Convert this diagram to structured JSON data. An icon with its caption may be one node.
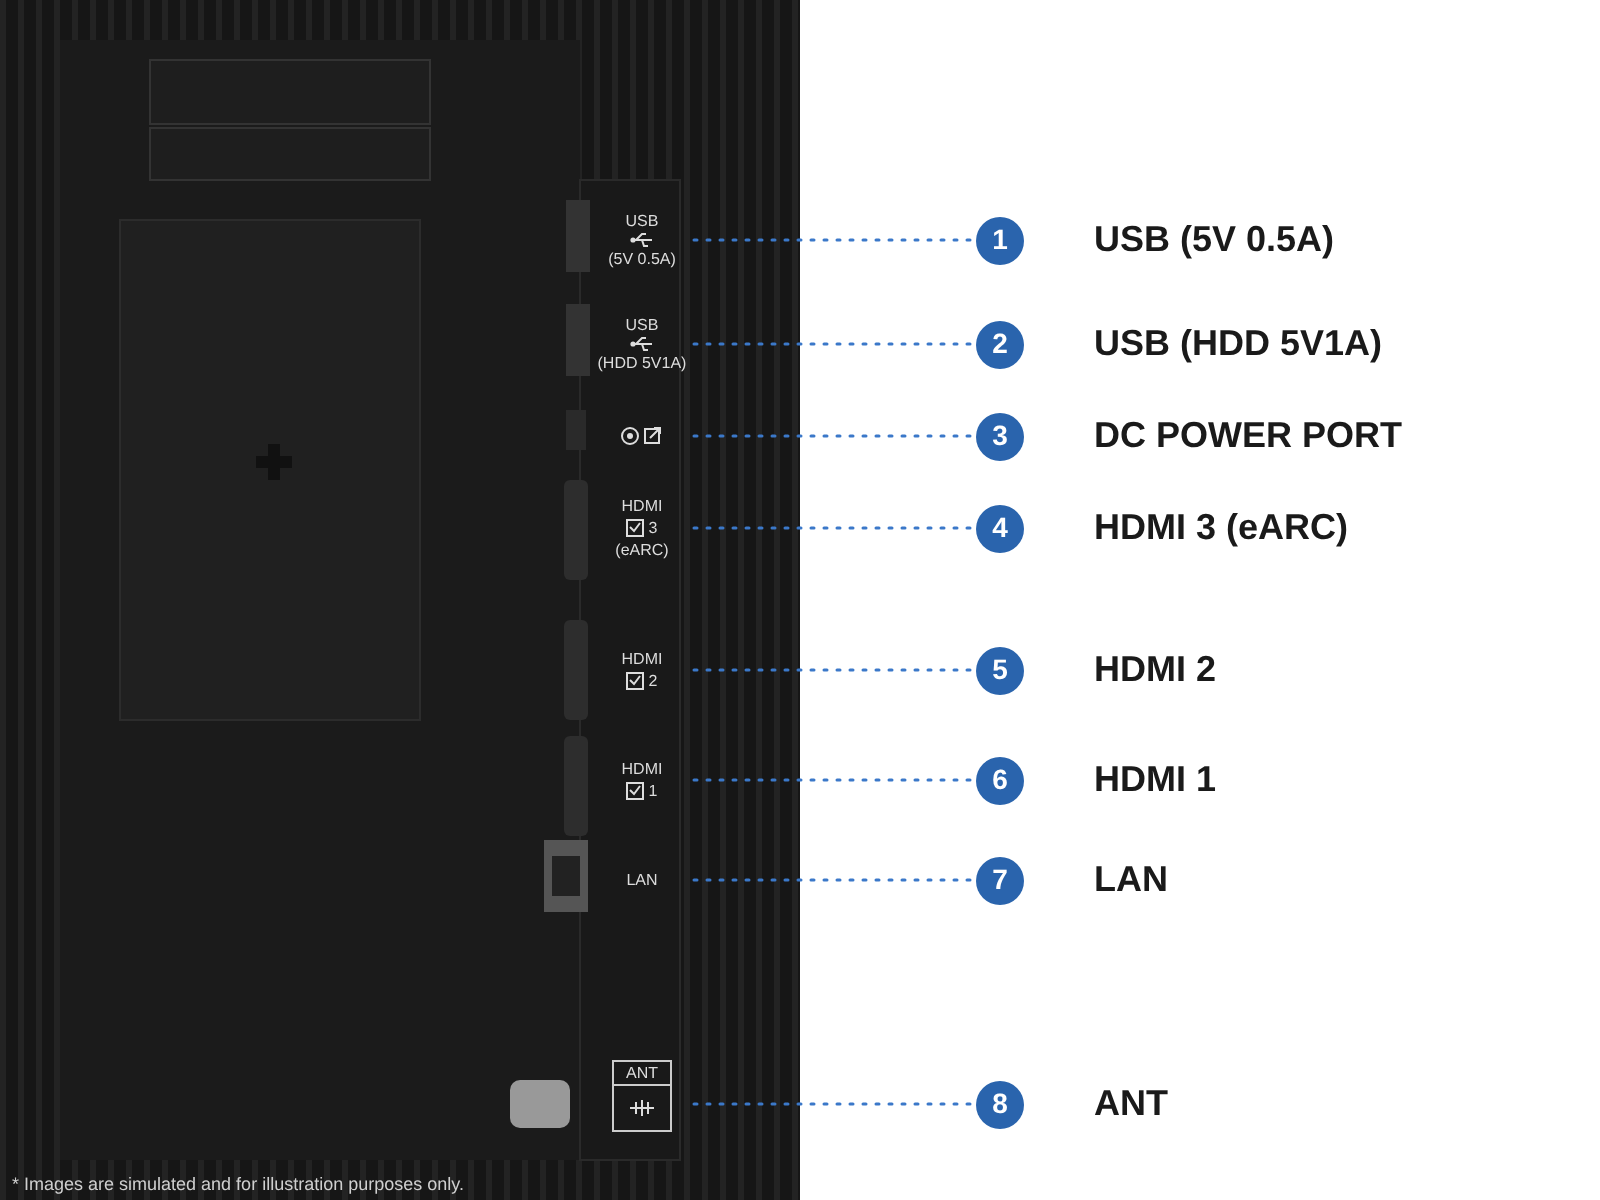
{
  "diagram": {
    "nodes": [
      {
        "text": [
          "USB",
          "(5V 0.5A)"
        ]
      },
      {
        "text": [
          "USB",
          "(HDD 5V1A)"
        ]
      },
      {
        "text": [],
        "shape": "picture"
      },
      {
        "text": [
          "HDMI",
          "3",
          "(eARC)"
        ]
      },
      {
        "text": [
          "HDMI",
          "2"
        ]
      },
      {
        "text": [
          "HDMI",
          "1"
        ]
      },
      {
        "text": [
          "LAN"
        ]
      },
      {
        "text": [
          "ANT"
        ]
      },
      {
        "text": [
          "1"
        ],
        "beside": [
          "USB (5V 0.5A)"
        ]
      },
      {
        "text": [
          "2"
        ],
        "beside": [
          "USB (HDD 5V1A)"
        ]
      },
      {
        "text": [
          "3"
        ],
        "beside": [
          "DC POWER PORT"
        ]
      },
      {
        "text": [
          "4"
        ],
        "beside": [
          "HDMI 3 (eARC)"
        ]
      },
      {
        "text": [
          "5"
        ],
        "beside": [
          "HDMI 2"
        ]
      },
      {
        "text": [
          "6"
        ],
        "beside": [
          "HDMI 1"
        ]
      },
      {
        "text": [
          "7"
        ],
        "beside": [
          "LAN"
        ]
      },
      {
        "text": [
          "8"
        ],
        "beside": [
          "ANT"
        ]
      }
    ],
    "edges": [
      {
        "from": 0,
        "to": 8,
        "arrow": "none",
        "style": "dashed"
      },
      {
        "from": 1,
        "to": 9,
        "arrow": "none",
        "style": "dashed"
      },
      {
        "from": 2,
        "to": 10,
        "arrow": "none",
        "style": "dashed"
      },
      {
        "from": 3,
        "to": 11,
        "arrow": "none",
        "style": "dashed"
      },
      {
        "from": 4,
        "to": 12,
        "arrow": "none",
        "style": "dashed"
      },
      {
        "from": 5,
        "to": 13,
        "arrow": "none",
        "style": "dashed"
      },
      {
        "from": 6,
        "to": 14,
        "arrow": "none",
        "style": "dashed"
      },
      {
        "from": 7,
        "to": 15,
        "arrow": "none",
        "style": "dashed"
      }
    ],
    "labels": [
      "* Images are simulated and for illustration purposes only."
    ]
  }
}
